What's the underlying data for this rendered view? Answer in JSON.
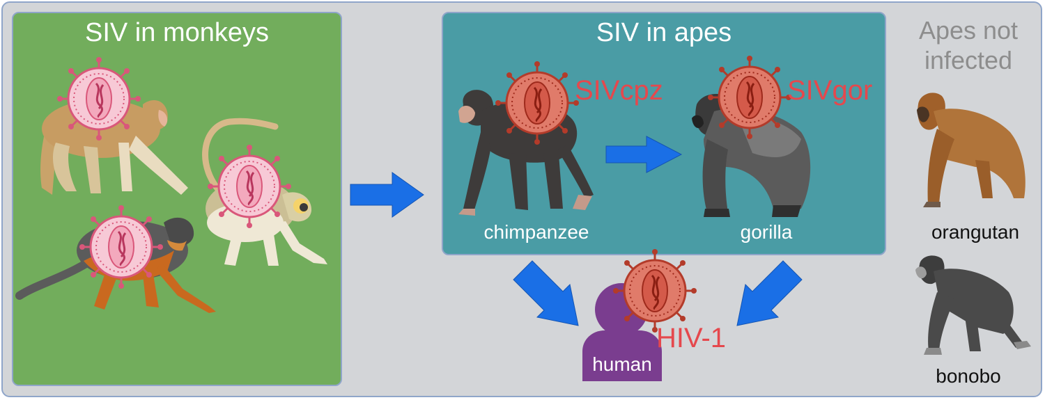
{
  "titles": {
    "monkeys": "SIV in monkeys",
    "apes": "SIV in apes",
    "not_infected_line1": "Apes not",
    "not_infected_line2": "infected"
  },
  "labels": {
    "chimpanzee": "chimpanzee",
    "gorilla": "gorilla",
    "orangutan": "orangutan",
    "bonobo": "bonobo",
    "human": "human"
  },
  "virus_names": {
    "chimp": "SIVcpz",
    "gorilla": "SIVgor",
    "human": "HIV-1"
  },
  "colors": {
    "monkey_panel": "#72ad5c",
    "ape_panel": "#4a9ca5",
    "background": "#d3d5d8",
    "arrow": "#1a6fe6",
    "human": "#7a3d8f",
    "virus_label": "#e5484d"
  }
}
